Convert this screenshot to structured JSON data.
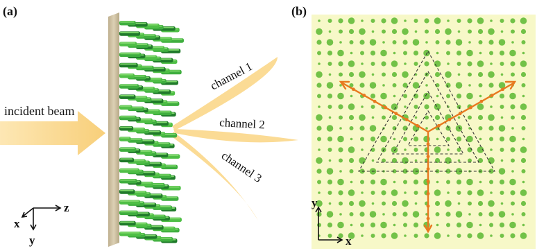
{
  "panel_a": {
    "label": "(a)",
    "incident_beam": "incident beam",
    "channels": [
      "channel 1",
      "channel 2",
      "channel 3"
    ],
    "axes": {
      "x": "x",
      "y": "y",
      "z": "z"
    }
  },
  "panel_b": {
    "label": "(b)",
    "axes": {
      "x": "x",
      "y": "y"
    }
  },
  "colors": {
    "beam": "#fbd98f",
    "substrate": "#cfc2a3",
    "pillar_dark": "#1f7a2a",
    "pillar_mid": "#3fae3f",
    "pillar_light": "#7dd66a",
    "panel_b_bg": "#f7f8c8",
    "dot": "#72c248",
    "arrow": "#e8791f",
    "dashed": "#333333"
  }
}
